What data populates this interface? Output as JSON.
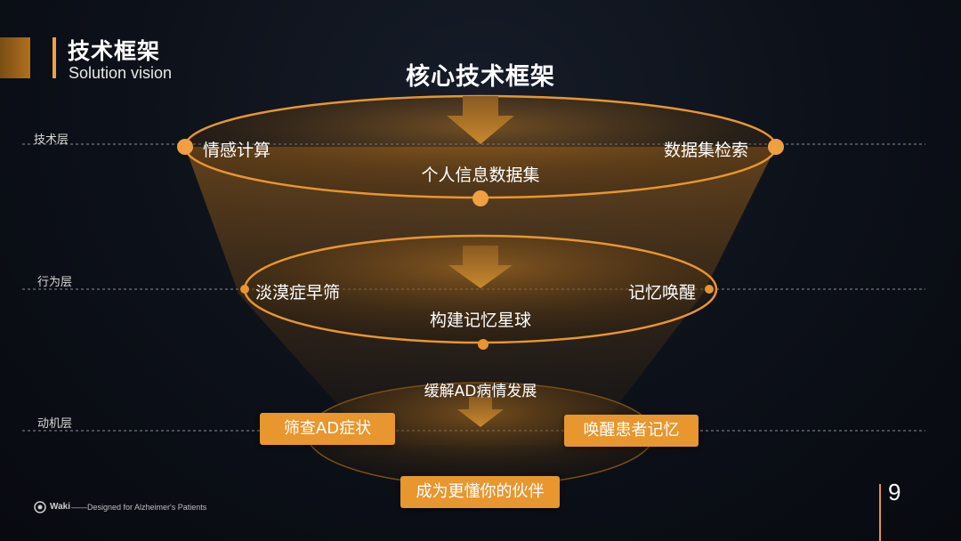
{
  "header": {
    "title": "技术框架",
    "subtitle": "Solution vision"
  },
  "diagram": {
    "title": "核心技术框架",
    "layers": [
      {
        "label": "技术层"
      },
      {
        "label": "行为层"
      },
      {
        "label": "动机层"
      }
    ],
    "tech_layer": {
      "left": "情感计算",
      "right": "数据集检索",
      "center": "个人信息数据集"
    },
    "behavior_layer": {
      "left": "淡漠症早筛",
      "right": "记忆唤醒",
      "center": "构建记忆星球"
    },
    "motivation_layer": {
      "top": "缓解AD病情发展",
      "left_button": "筛查AD症状",
      "right_button": "唤醒患者记忆",
      "bottom_button": "成为更懂你的伙伴"
    }
  },
  "footer": {
    "brand": "Waki",
    "tagline": "——Designed for Alzheimer's Patients",
    "page_number": "9"
  },
  "colors": {
    "accent": "#e8962e",
    "background": "#0b0f17"
  }
}
